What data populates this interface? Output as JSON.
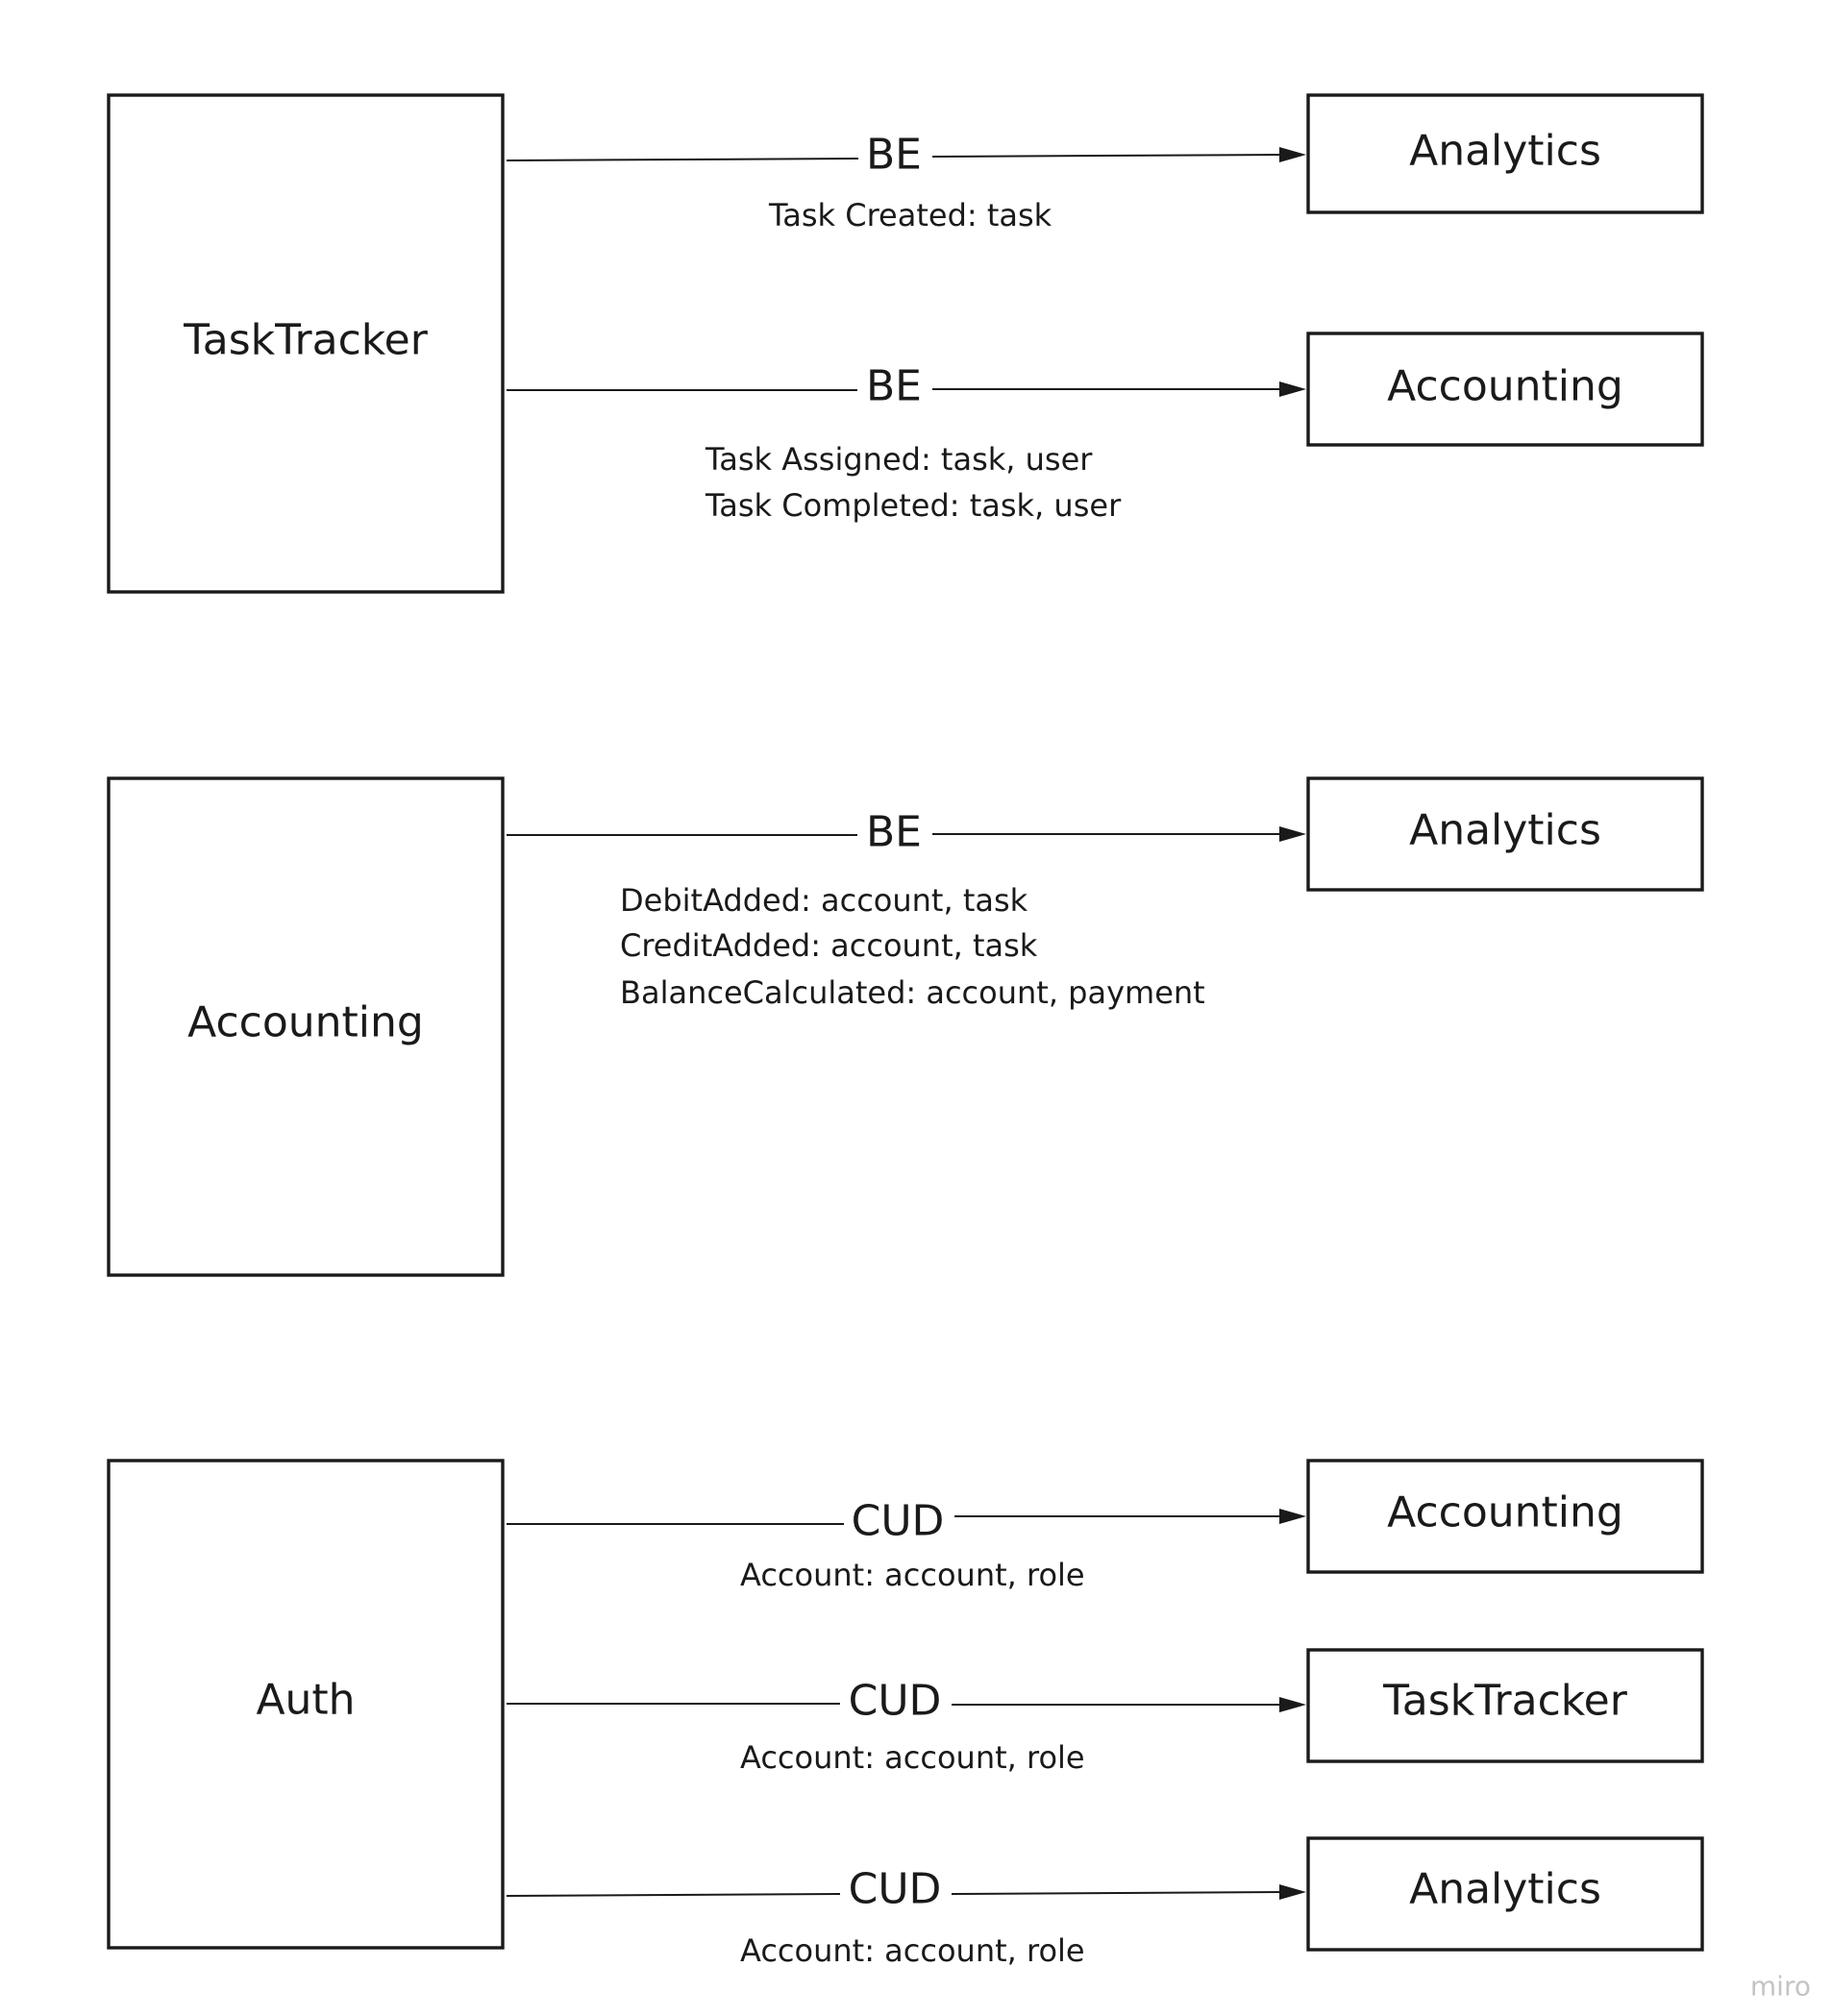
{
  "diagram": {
    "nodes": [
      {
        "id": "tasktracker-src",
        "label": "TaskTracker"
      },
      {
        "id": "accounting-src",
        "label": "Accounting"
      },
      {
        "id": "auth-src",
        "label": "Auth"
      },
      {
        "id": "analytics-1",
        "label": "Analytics"
      },
      {
        "id": "accounting-1",
        "label": "Accounting"
      },
      {
        "id": "analytics-2",
        "label": "Analytics"
      },
      {
        "id": "accounting-2",
        "label": "Accounting"
      },
      {
        "id": "tasktracker-1",
        "label": "TaskTracker"
      },
      {
        "id": "analytics-3",
        "label": "Analytics"
      }
    ],
    "edges": [
      {
        "id": "e1",
        "from": "tasktracker-src",
        "to": "analytics-1",
        "type": "BE",
        "events": [
          "Task Created: task"
        ]
      },
      {
        "id": "e2",
        "from": "tasktracker-src",
        "to": "accounting-1",
        "type": "BE",
        "events": [
          "Task Assigned: task, user",
          "Task Completed: task, user"
        ]
      },
      {
        "id": "e3",
        "from": "accounting-src",
        "to": "analytics-2",
        "type": "BE",
        "events": [
          "DebitAdded: account, task",
          "CreditAdded: account, task",
          "BalanceCalculated: account, payment"
        ]
      },
      {
        "id": "e4",
        "from": "auth-src",
        "to": "accounting-2",
        "type": "CUD",
        "events": [
          "Account: account, role"
        ]
      },
      {
        "id": "e5",
        "from": "auth-src",
        "to": "tasktracker-1",
        "type": "CUD",
        "events": [
          "Account: account, role"
        ]
      },
      {
        "id": "e6",
        "from": "auth-src",
        "to": "analytics-3",
        "type": "CUD",
        "events": [
          "Account: account, role"
        ]
      }
    ],
    "watermark": "miro"
  }
}
